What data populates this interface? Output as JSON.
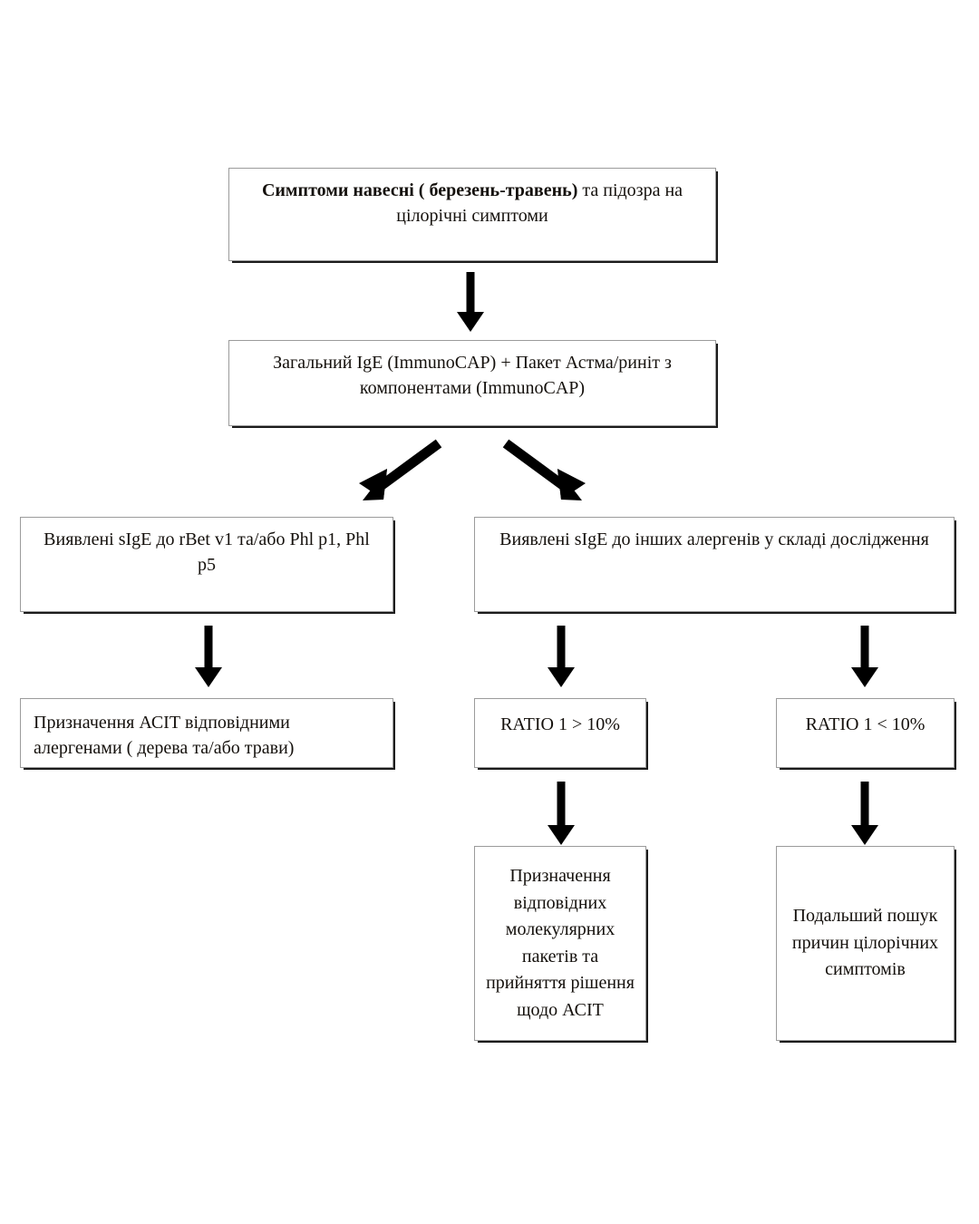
{
  "diagram": {
    "title_text": "",
    "language": "uk",
    "background": "#ffffff",
    "line_color": "#000000",
    "box_border_color": "#9b9b9b",
    "box_shadow_color": "#1b1b1b",
    "nodes": {
      "n1_bold": "Симптоми навесні ( березень-травень)",
      "n1_rest": " та підозра на цілорічні симптоми",
      "n2": "Загальний IgE (ImmunoCAP) + Пакет Астма/риніт з компонентами (ImmunoCAP)",
      "n3_left": "Виявлені sIgE до rBet v1 та/або Phl p1, Phl p5",
      "n4_right": "Виявлені sIgE до інших алергенів у складі дослідження",
      "n5_left_bottom": "Призначення АСІТ відповідними алергенами ( дерева та/або трави)",
      "n6_ratio_high": "RATIO 1 > 10%",
      "n7_ratio_low": "RATIO 1 < 10%",
      "n8_molecular": "Призначення відповідних молекулярних пакетів та прийняття рішення щодо АСІТ",
      "n9_further": "Подальший пошук причин цілорічних симптомів"
    },
    "arrows": [
      {
        "name": "arrow-n1-to-n2",
        "kind": "vertical-down"
      },
      {
        "name": "arrow-n2-to-n3-left",
        "kind": "diagonal-down-left"
      },
      {
        "name": "arrow-n2-to-n4-right",
        "kind": "diagonal-down-right"
      },
      {
        "name": "arrow-n3-to-n5",
        "kind": "vertical-down"
      },
      {
        "name": "arrow-n4-to-n6",
        "kind": "vertical-down"
      },
      {
        "name": "arrow-n4-to-n7",
        "kind": "vertical-down"
      },
      {
        "name": "arrow-n6-to-n8",
        "kind": "vertical-down"
      },
      {
        "name": "arrow-n7-to-n9",
        "kind": "vertical-down"
      }
    ]
  }
}
